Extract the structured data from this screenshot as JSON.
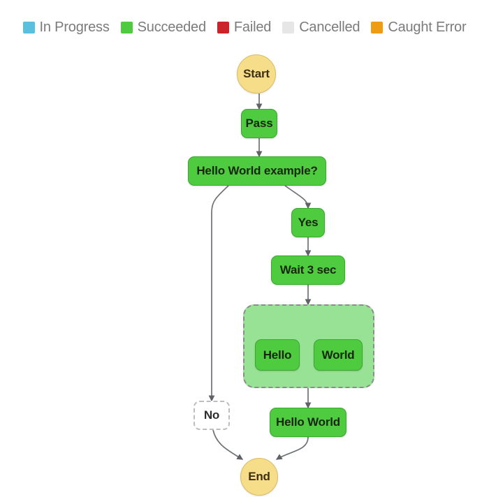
{
  "legend": {
    "items": [
      {
        "label": "In Progress",
        "color": "#5bc0de"
      },
      {
        "label": "Succeeded",
        "color": "#4ecb3e"
      },
      {
        "label": "Failed",
        "color": "#cc2229"
      },
      {
        "label": "Cancelled",
        "color": "#e6e6e6"
      },
      {
        "label": "Caught Error",
        "color": "#ef9c15"
      }
    ]
  },
  "graph": {
    "nodes": [
      {
        "id": "start",
        "label": "Start",
        "type": "terminal",
        "status": "Caught Error"
      },
      {
        "id": "pass",
        "label": "Pass",
        "type": "state",
        "status": "Succeeded"
      },
      {
        "id": "choice",
        "label": "Hello World example?",
        "type": "state",
        "status": "Succeeded"
      },
      {
        "id": "yes",
        "label": "Yes",
        "type": "state",
        "status": "Succeeded"
      },
      {
        "id": "wait",
        "label": "Wait 3 sec",
        "type": "state",
        "status": "Succeeded"
      },
      {
        "id": "hello",
        "label": "Hello",
        "type": "branch-state",
        "status": "Succeeded"
      },
      {
        "id": "world",
        "label": "World",
        "type": "branch-state",
        "status": "Succeeded"
      },
      {
        "id": "no",
        "label": "No",
        "type": "skipped",
        "status": "Not executed"
      },
      {
        "id": "hello-world",
        "label": "Hello World",
        "type": "state",
        "status": "Succeeded"
      },
      {
        "id": "end",
        "label": "End",
        "type": "terminal",
        "status": "Caught Error"
      }
    ],
    "group": {
      "id": "parallel-group",
      "label": "",
      "status": "Succeeded"
    },
    "edges": [
      {
        "from": "start",
        "to": "pass"
      },
      {
        "from": "pass",
        "to": "choice"
      },
      {
        "from": "choice",
        "to": "yes"
      },
      {
        "from": "choice",
        "to": "no"
      },
      {
        "from": "yes",
        "to": "wait"
      },
      {
        "from": "wait",
        "to": "parallel-group"
      },
      {
        "from": "parallel-group",
        "to": "hello"
      },
      {
        "from": "parallel-group",
        "to": "world"
      },
      {
        "from": "parallel-group",
        "to": "hello-world"
      },
      {
        "from": "hello-world",
        "to": "end"
      },
      {
        "from": "no",
        "to": "end"
      }
    ]
  },
  "colors": {
    "succeeded": "#4ecb3e",
    "group_fill": "#98e296",
    "terminal_fill": "#f6dd8a",
    "edge": "#6e7276",
    "skipped_border": "#bdbdbd",
    "legend_text": "#7b7b7b"
  }
}
